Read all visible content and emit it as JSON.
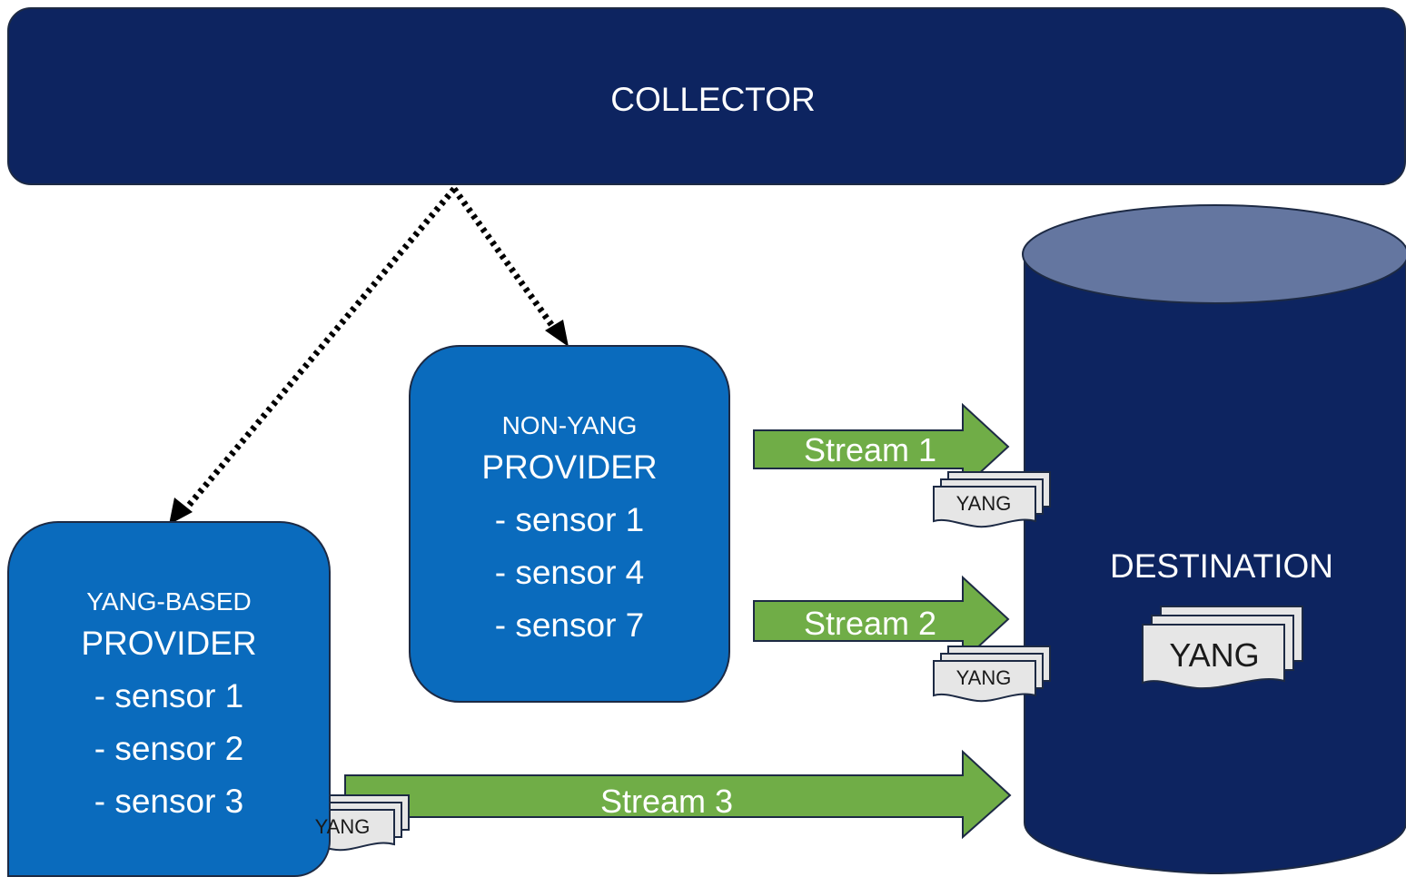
{
  "collector": {
    "label": "COLLECTOR"
  },
  "providers": {
    "yang_based": {
      "type_label": "YANG-BASED",
      "title": "PROVIDER",
      "sensors": [
        "- sensor 1",
        "- sensor 2",
        "- sensor 3"
      ]
    },
    "non_yang": {
      "type_label": "NON-YANG",
      "title": "PROVIDER",
      "sensors": [
        "- sensor 1",
        "- sensor 4",
        "- sensor 7"
      ]
    }
  },
  "streams": {
    "s1": "Stream 1",
    "s2": "Stream 2",
    "s3": "Stream 3"
  },
  "destination": {
    "label": "DESTINATION",
    "doc_label": "YANG"
  },
  "yang_doc_label": "YANG",
  "colors": {
    "collector": "#0d2460",
    "provider": "#0a6bbd",
    "stream_arrow": "#70ad47",
    "destination": "#0d2460",
    "destination_top": "#6476a0",
    "document": "#e6e6e6"
  }
}
